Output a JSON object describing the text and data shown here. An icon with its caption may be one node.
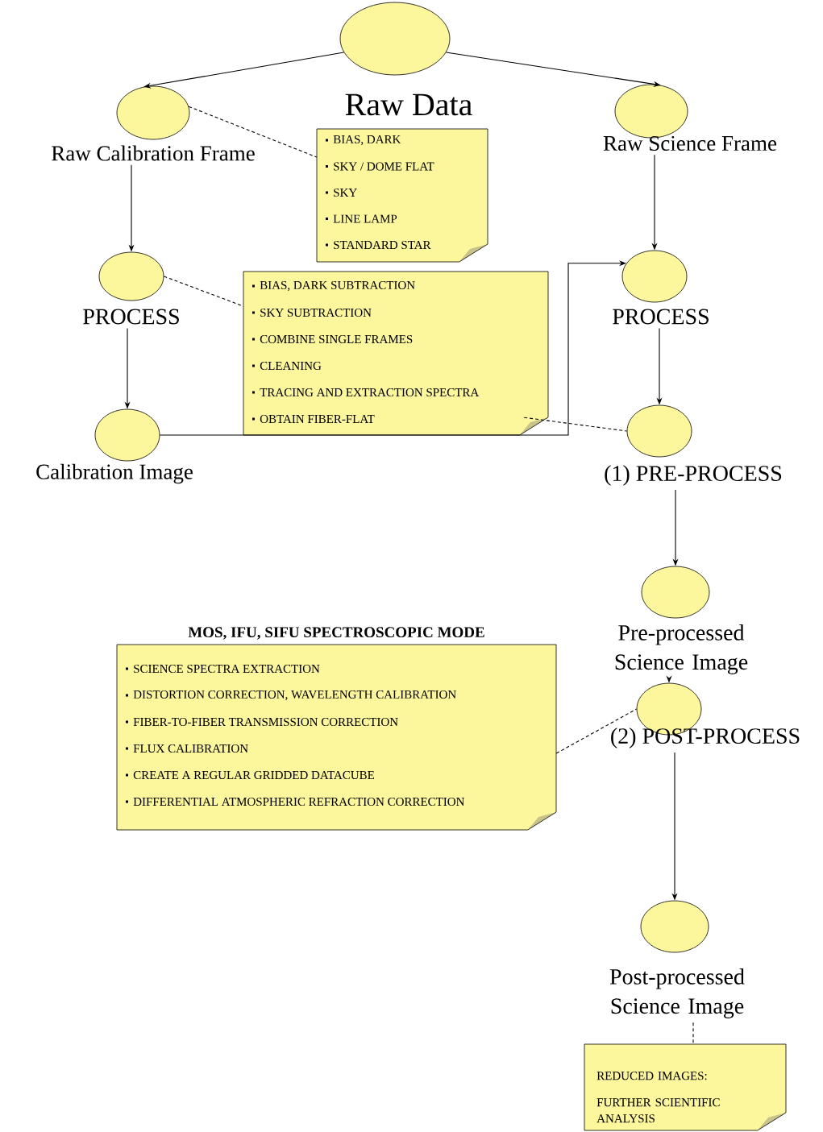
{
  "diagram": {
    "nodes": [
      {
        "text": [
          "Raw Data"
        ]
      },
      {
        "text": [
          "Raw Calibration Frame"
        ]
      },
      {
        "text": [
          "Raw Science Frame"
        ]
      },
      {
        "text": [
          "BIAS, DARK",
          "SKY / DOME FLAT",
          "SKY",
          "LINE LAMP",
          "STANDARD STAR"
        ]
      },
      {
        "text": [
          "PROCESS"
        ]
      },
      {
        "text": [
          "BIAS, DARK SUBTRACTION",
          "SKY SUBTRACTION",
          "COMBINE SINGLE FRAMES",
          "CLEANING",
          "TRACING AND EXTRACTION SPECTRA",
          "OBTAIN FIBER-FLAT"
        ]
      },
      {
        "text": [
          "PROCESS"
        ]
      },
      {
        "text": [
          "Calibration Image"
        ]
      },
      {
        "text": [
          "(1) PRE-PROCESS"
        ]
      },
      {
        "text": [
          "Pre-processed Science Image"
        ]
      },
      {
        "text": [
          "MOS, IFU, SIFU SPECTROSCOPIC MODE",
          "SCIENCE SPECTRA EXTRACTION",
          "DISTORTION CORRECTION, WAVELENGTH CALIBRATION",
          "FIBER-TO-FIBER TRANSMISSION CORRECTION",
          "FLUX CALIBRATION",
          "CREATE A REGULAR GRIDDED DATACUBE",
          "DIFFERENTIAL ATMOSPHERIC REFRACTION CORRECTION"
        ]
      },
      {
        "text": [
          "(2) POST-PROCESS"
        ]
      },
      {
        "text": [
          "Post-processed Science Image"
        ]
      },
      {
        "text": [
          "REDUCED IMAGES:",
          "FURTHER SCIENTIFIC ANALYSIS"
        ]
      }
    ],
    "edges": [
      {
        "from": 0,
        "to": 1,
        "arrow": "to"
      },
      {
        "from": 0,
        "to": 2,
        "arrow": "to"
      },
      {
        "from": 1,
        "to": 3,
        "arrow": "none",
        "style": "dashed"
      },
      {
        "from": 1,
        "to": 4,
        "arrow": "to"
      },
      {
        "from": 2,
        "to": 6,
        "arrow": "to"
      },
      {
        "from": 4,
        "to": 5,
        "arrow": "none",
        "style": "dashed"
      },
      {
        "from": 4,
        "to": 7,
        "arrow": "to"
      },
      {
        "from": 6,
        "to": 8,
        "arrow": "to"
      },
      {
        "from": 7,
        "to": 6,
        "arrow": "to"
      },
      {
        "from": 5,
        "to": 8,
        "arrow": "none",
        "style": "dashed"
      },
      {
        "from": 8,
        "to": 9,
        "arrow": "to"
      },
      {
        "from": 9,
        "to": 11,
        "arrow": "to"
      },
      {
        "from": 10,
        "to": 11,
        "arrow": "none",
        "style": "dashed"
      },
      {
        "from": 11,
        "to": 12,
        "arrow": "to"
      },
      {
        "from": 12,
        "to": 13,
        "arrow": "none",
        "style": "dashed"
      }
    ]
  }
}
